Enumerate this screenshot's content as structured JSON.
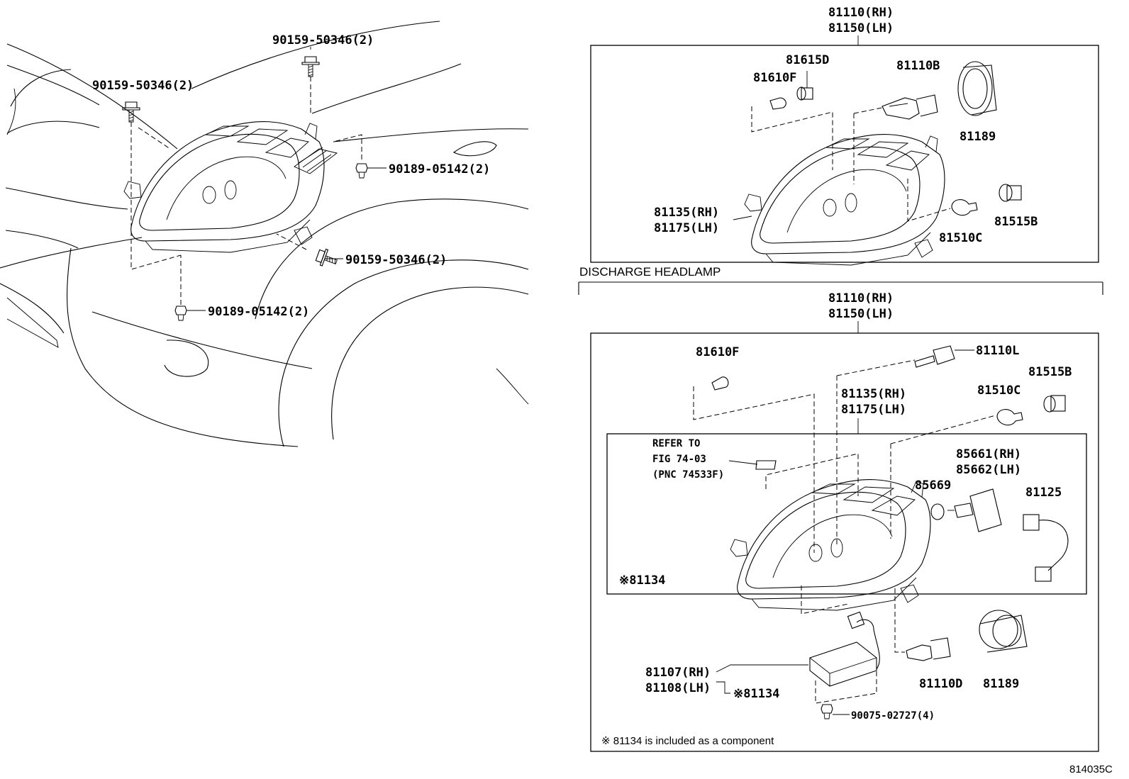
{
  "left": {
    "bolt_top": "90159-50346(2)",
    "bolt_left": "90159-50346(2)",
    "clip_right": "90189-05142(2)",
    "bolt_lower": "90159-50346(2)",
    "clip_bottom": "90189-05142(2)"
  },
  "halogen": {
    "assy_rh": "81110(RH)",
    "assy_lh": "81150(LH)",
    "p81615d": "81615D",
    "p81610f": "81610F",
    "p81110b": "81110B",
    "p81189": "81189",
    "unit_rh": "81135(RH)",
    "unit_lh": "81175(LH)",
    "p81510c": "81510C",
    "p81515b": "81515B"
  },
  "discharge": {
    "section_title": "DISCHARGE HEADLAMP",
    "assy_rh": "81110(RH)",
    "assy_lh": "81150(LH)",
    "p81610f": "81610F",
    "p81110l": "81110L",
    "p81515b": "81515B",
    "p81510c": "81510C",
    "unit_rh": "81135(RH)",
    "unit_lh": "81175(LH)",
    "refer_1": "REFER TO",
    "refer_2": "FIG 74-03",
    "refer_3": "(PNC 74533F)",
    "motor_rh": "85661(RH)",
    "motor_lh": "85662(LH)",
    "p85669": "85669",
    "p81125": "81125",
    "mark_inner": "※81134",
    "ballast_rh": "81107(RH)",
    "ballast_lh": "81108(LH)",
    "mark_ballast": "※81134",
    "p81110d": "81110D",
    "p81189": "81189",
    "screw": "90075-02727(4)",
    "footnote": "※ 81134 is included as a component"
  },
  "figure_code": "814035C"
}
